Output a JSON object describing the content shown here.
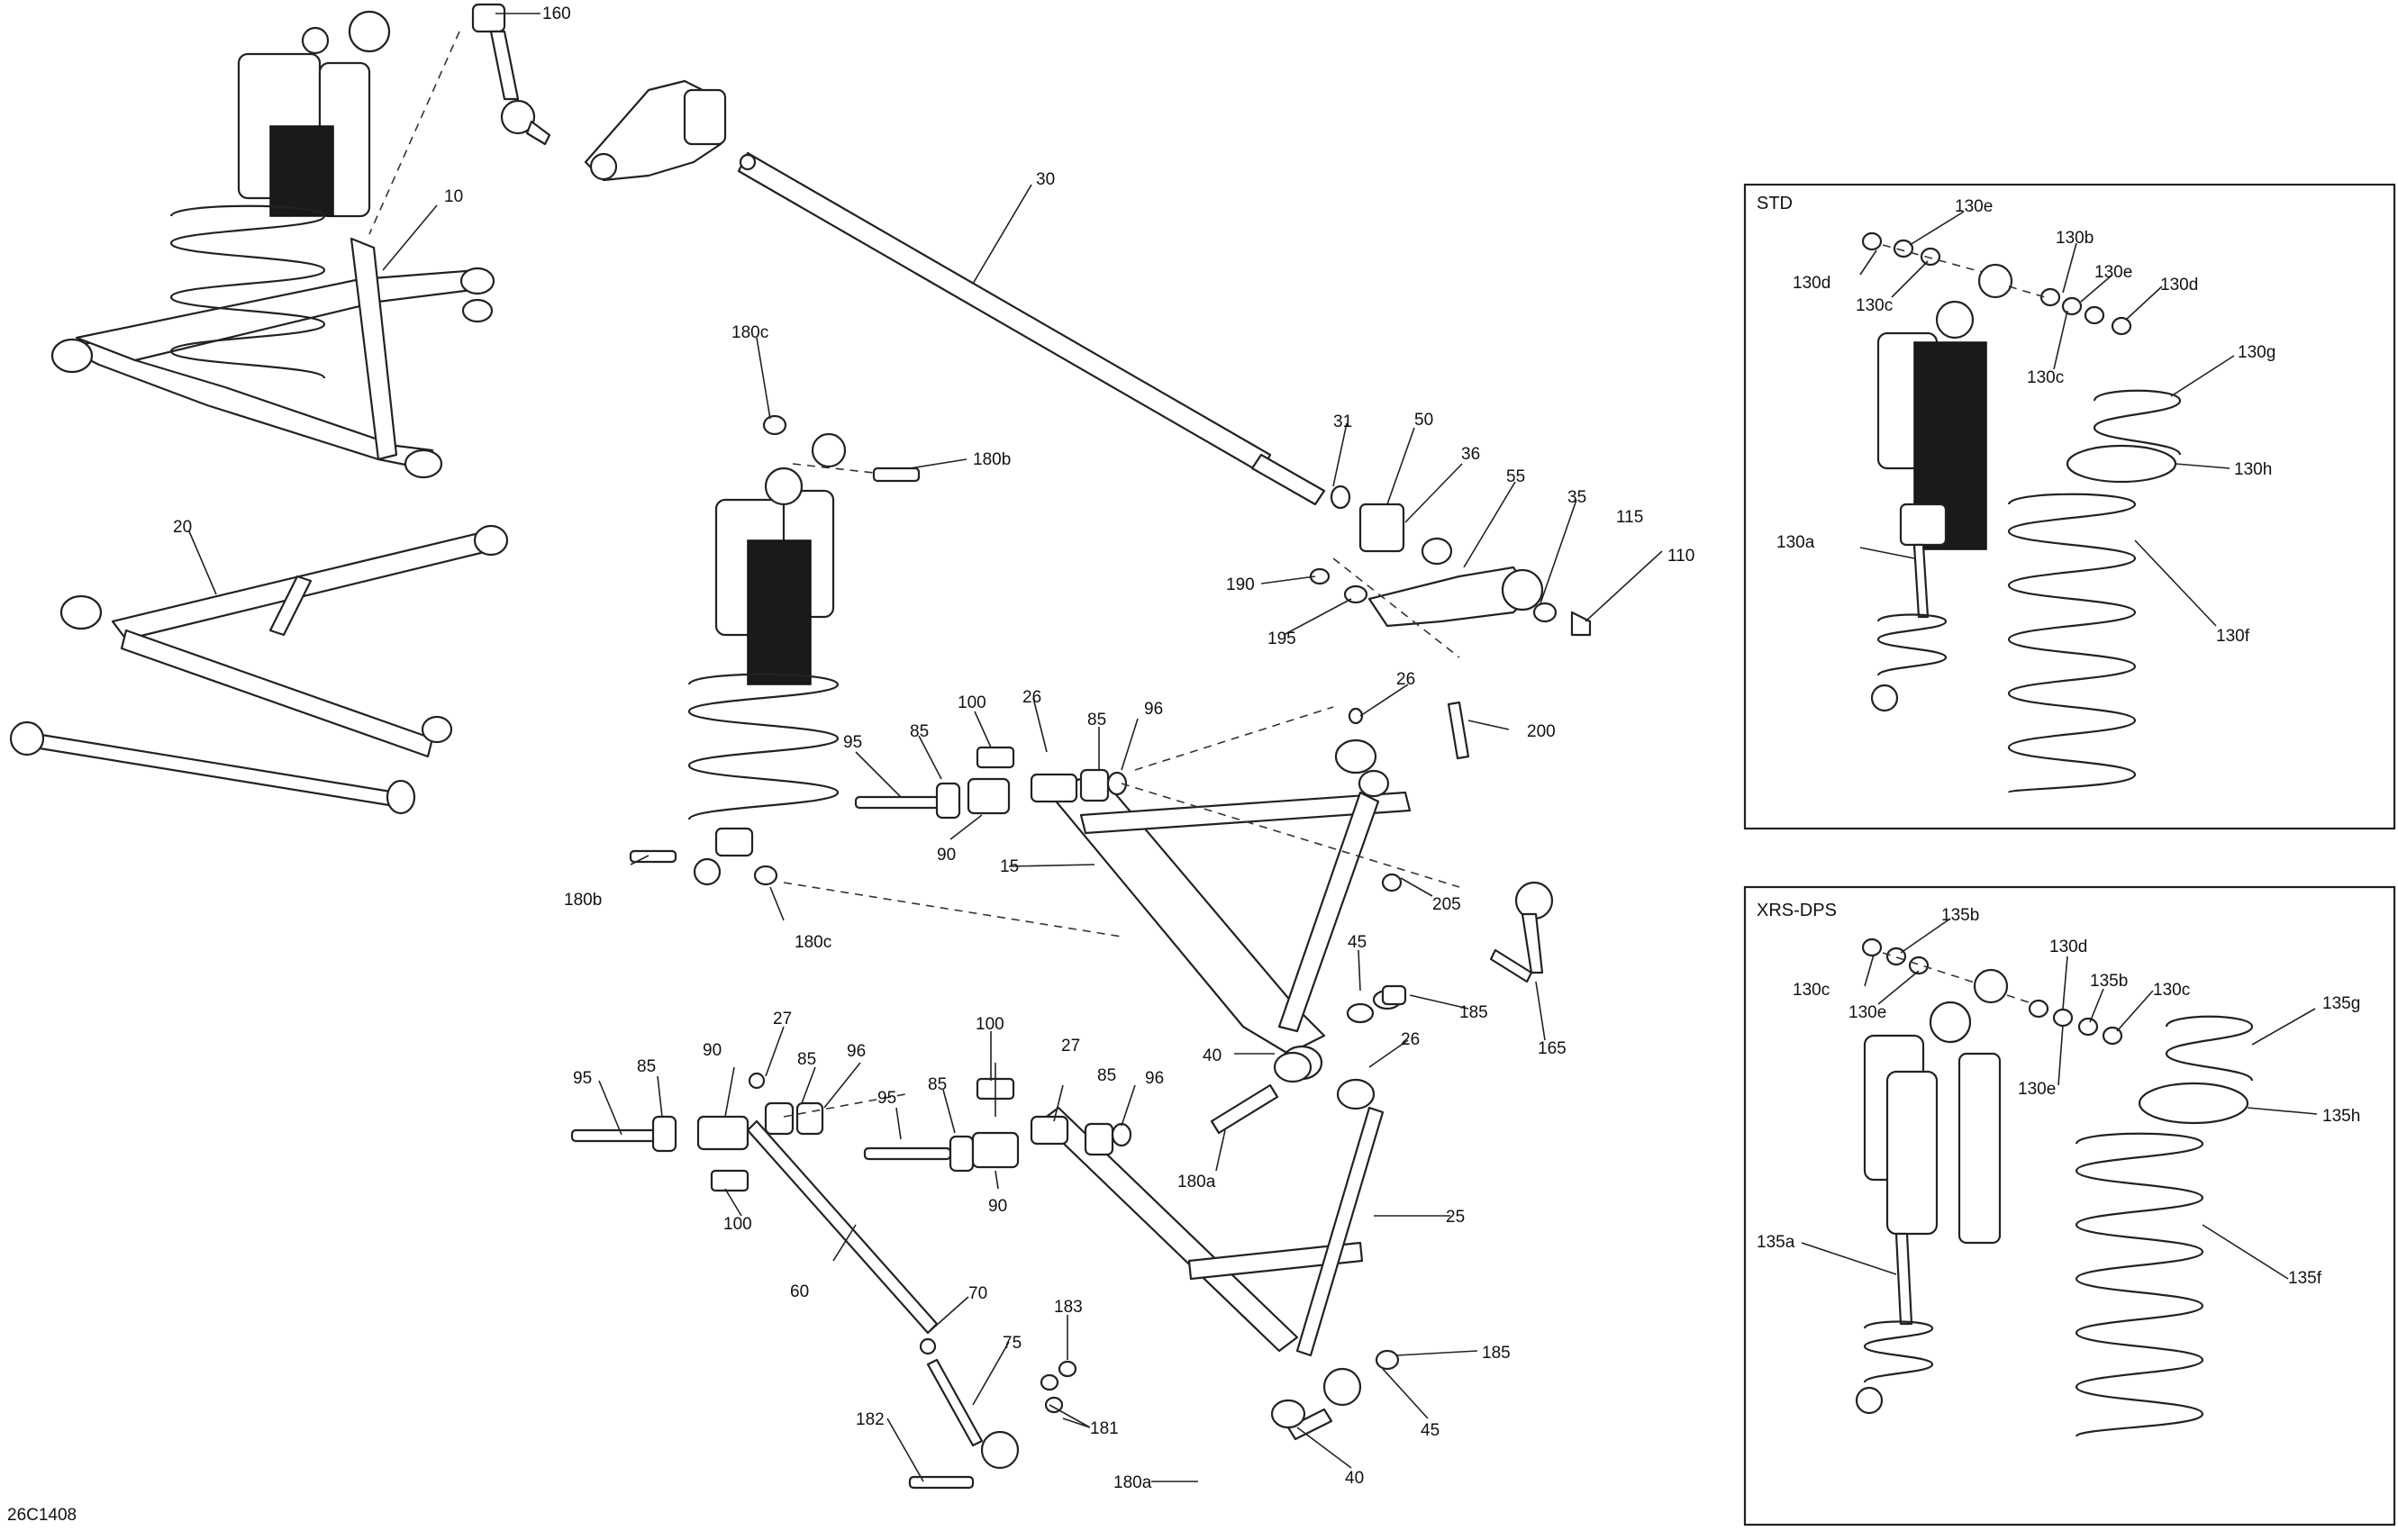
{
  "figure_code": "26C1408",
  "panels": {
    "std_title": "STD",
    "xrs_title": "XRS-DPS"
  },
  "callouts": {
    "c160": "160",
    "c10": "10",
    "c30": "30",
    "c20": "20",
    "c180c_top": "180c",
    "c180b_top": "180b",
    "c31": "31",
    "c50": "50",
    "c36": "36",
    "c55": "55",
    "c35": "35",
    "c115": "115",
    "c110": "110",
    "c190": "190",
    "c195": "195",
    "c26_a": "26",
    "c200": "200",
    "c100_a": "100",
    "c26_b": "26",
    "c96_a": "96",
    "c95_a": "95",
    "c85_a": "85",
    "c85_b": "85",
    "c90_a": "90",
    "c15": "15",
    "c205": "205",
    "c180b_bot": "180b",
    "c180c_bot": "180c",
    "c45_a": "45",
    "c185_a": "185",
    "c165": "165",
    "c40_a": "40",
    "c26_c": "26",
    "c180a_a": "180a",
    "c27_a": "27",
    "c90_b": "90",
    "c85_c": "85",
    "c96_b": "96",
    "c95_b": "95",
    "c85_d": "85",
    "c100_b": "100",
    "c100_c": "100",
    "c27_b": "27",
    "c85_e": "85",
    "c96_c": "96",
    "c95_c": "95",
    "c85_f": "85",
    "c90_c": "90",
    "c25": "25",
    "c60": "60",
    "c70": "70",
    "c75": "75",
    "c183": "183",
    "c181": "181",
    "c182": "182",
    "c185_b": "185",
    "c45_b": "45",
    "c40_b": "40",
    "c180a_b": "180a",
    "s130e_a": "130e",
    "s130d_a": "130d",
    "s130c_a": "130c",
    "s130b": "130b",
    "s130e_b": "130e",
    "s130d_b": "130d",
    "s130c_b": "130c",
    "s130g": "130g",
    "s130h": "130h",
    "s130a": "130a",
    "s130f": "130f",
    "x135b_a": "135b",
    "x130c_a": "130c",
    "x130e_a": "130e",
    "x130d": "130d",
    "x135b_b": "135b",
    "x130c_b": "130c",
    "x130e_b": "130e",
    "x135g": "135g",
    "x135h": "135h",
    "x135a": "135a",
    "x135f": "135f"
  }
}
